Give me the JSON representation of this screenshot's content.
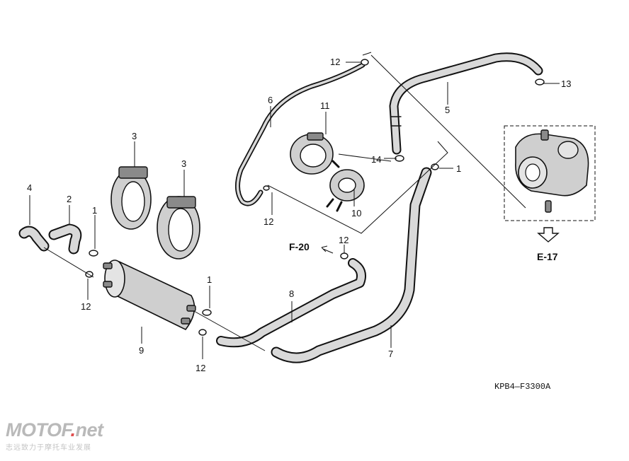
{
  "diagram": {
    "part_labels": {
      "p1a": "1",
      "p1b": "1",
      "p1c": "1",
      "p2": "2",
      "p3a": "3",
      "p3b": "3",
      "p4": "4",
      "p5": "5",
      "p6": "6",
      "p7": "7",
      "p8": "8",
      "p9": "9",
      "p10": "10",
      "p11": "11",
      "p12a": "12",
      "p12b": "12",
      "p12c": "12",
      "p12d": "12",
      "p12e": "12",
      "p13": "13",
      "p14": "14"
    },
    "references": {
      "f20": "F-20",
      "e17": "E-17"
    },
    "drawing_code": "KPB4—F3300A"
  },
  "watermark": {
    "logo_main": "MOTOF",
    "logo_dot": ".",
    "logo_tld": "net",
    "subtitle": "志远致力于摩托车业发展"
  },
  "colors": {
    "line": "#111111",
    "part_fill": "#cfcfcf",
    "watermark_gray": "#b9b9b9",
    "watermark_accent": "#e05050"
  }
}
